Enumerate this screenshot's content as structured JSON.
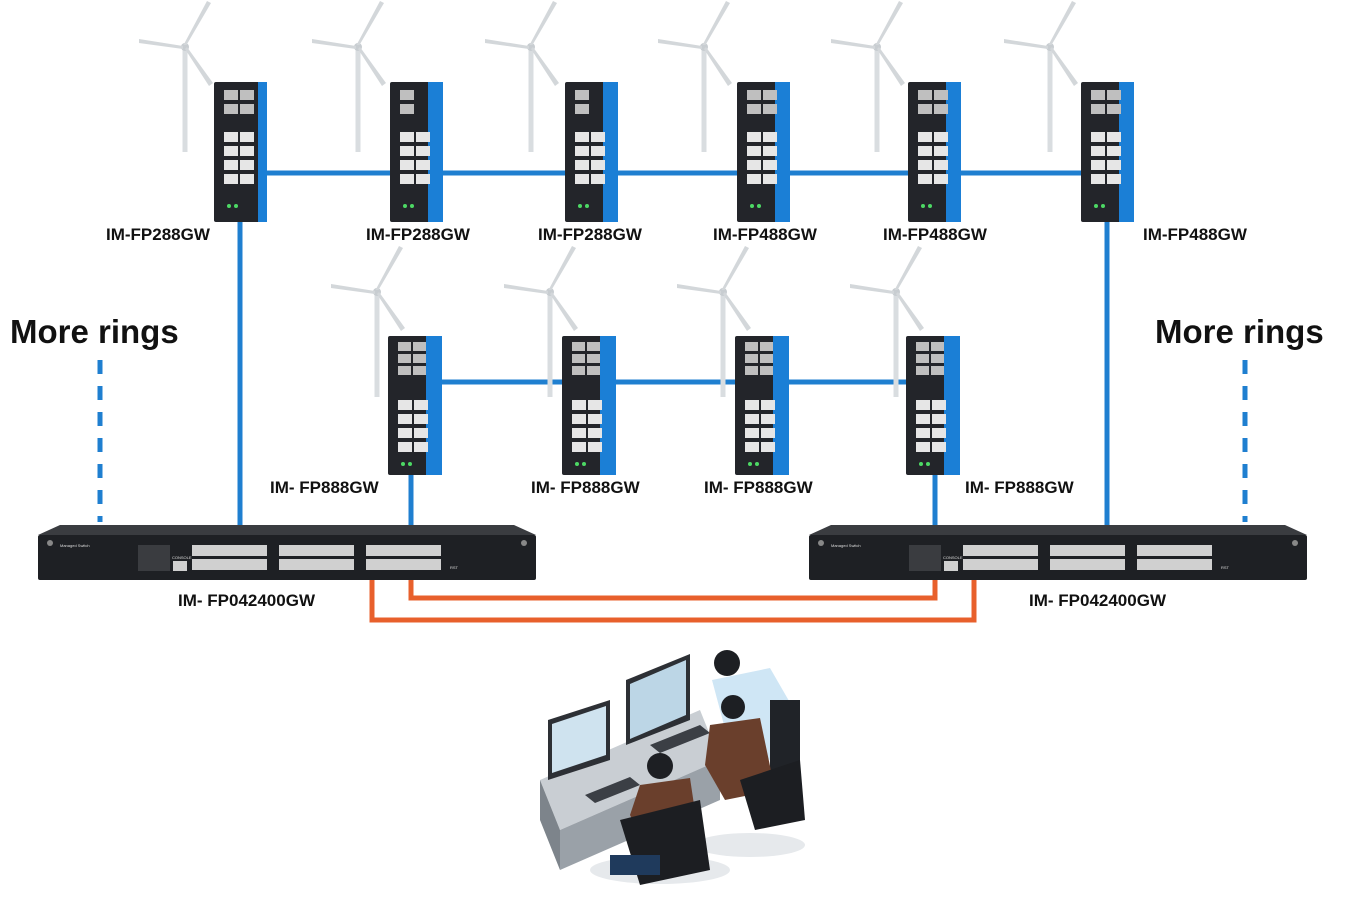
{
  "colors": {
    "ring": "#1f7fd0",
    "trunk": "#e8602c",
    "device_body": "#23252a",
    "device_panel": "#1b7fd6"
  },
  "more_rings": {
    "left": "More rings",
    "right": "More rings"
  },
  "top_ring": [
    {
      "model": "IM-FP288GW"
    },
    {
      "model": "IM-FP288GW"
    },
    {
      "model": "IM-FP288GW"
    },
    {
      "model": "IM-FP488GW"
    },
    {
      "model": "IM-FP488GW"
    },
    {
      "model": "IM-FP488GW"
    }
  ],
  "bottom_ring": [
    {
      "model": "IM- FP888GW"
    },
    {
      "model": "IM- FP888GW"
    },
    {
      "model": "IM- FP888GW"
    },
    {
      "model": "IM- FP888GW"
    }
  ],
  "core_switches": [
    {
      "model": "IM- FP042400GW",
      "panel_text": "Managed Switch",
      "console": "CONSOLE",
      "rst": "RST"
    },
    {
      "model": "IM- FP042400GW",
      "panel_text": "Managed Switch",
      "console": "CONSOLE",
      "rst": "RST"
    }
  ],
  "turbines": {
    "icon": "wind-turbine-icon"
  },
  "operators": {
    "icon": "control-room-operators-icon"
  }
}
